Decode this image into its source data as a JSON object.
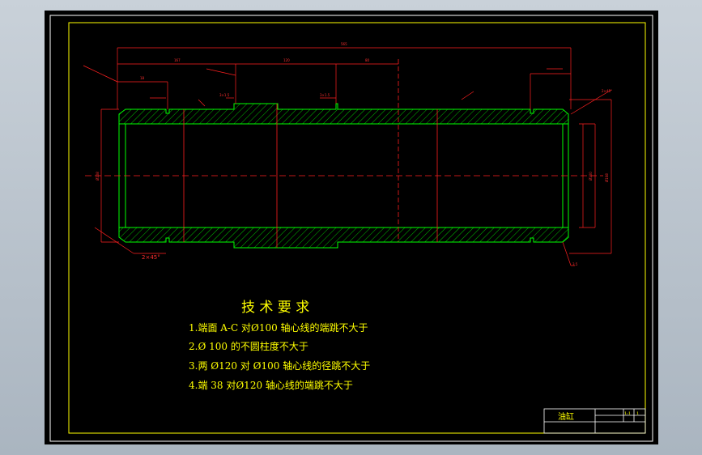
{
  "colors": {
    "frame": "#ffffff",
    "inner_frame": "#ffff00",
    "outline": "#00ff00",
    "dimension": "#ff2020",
    "hatch": "#00c000",
    "text": "#ffff00"
  },
  "dimensions": {
    "overall_length": "565",
    "segment_1": "167",
    "segment_2": "120",
    "segment_3": "80",
    "segment_4": "18",
    "groove_left": "3×1.5",
    "groove_mid": "3×1.5",
    "chamfer_right": "2×45°",
    "chamfer_left": "2×45°",
    "diameter_outer_left": "Ø108",
    "diameter_inner": "Ø100",
    "diameter_outer_right": "Ø108",
    "offset_bottom": "3.5"
  },
  "tech_requirements": {
    "heading": "技 术 要 求",
    "items": [
      "1.端面   A-C  对Ø100  轴心线的端跳不大于",
      "2.Ø     100  的不圆柱度不大于",
      "3.两     Ø120  对 Ø100  轴心线的径跳不大于",
      "4.端     38  对Ø120  轴心线的端跳不大于"
    ]
  },
  "title_block": {
    "name": "油缸",
    "cells": [
      "1:1",
      "1"
    ]
  }
}
